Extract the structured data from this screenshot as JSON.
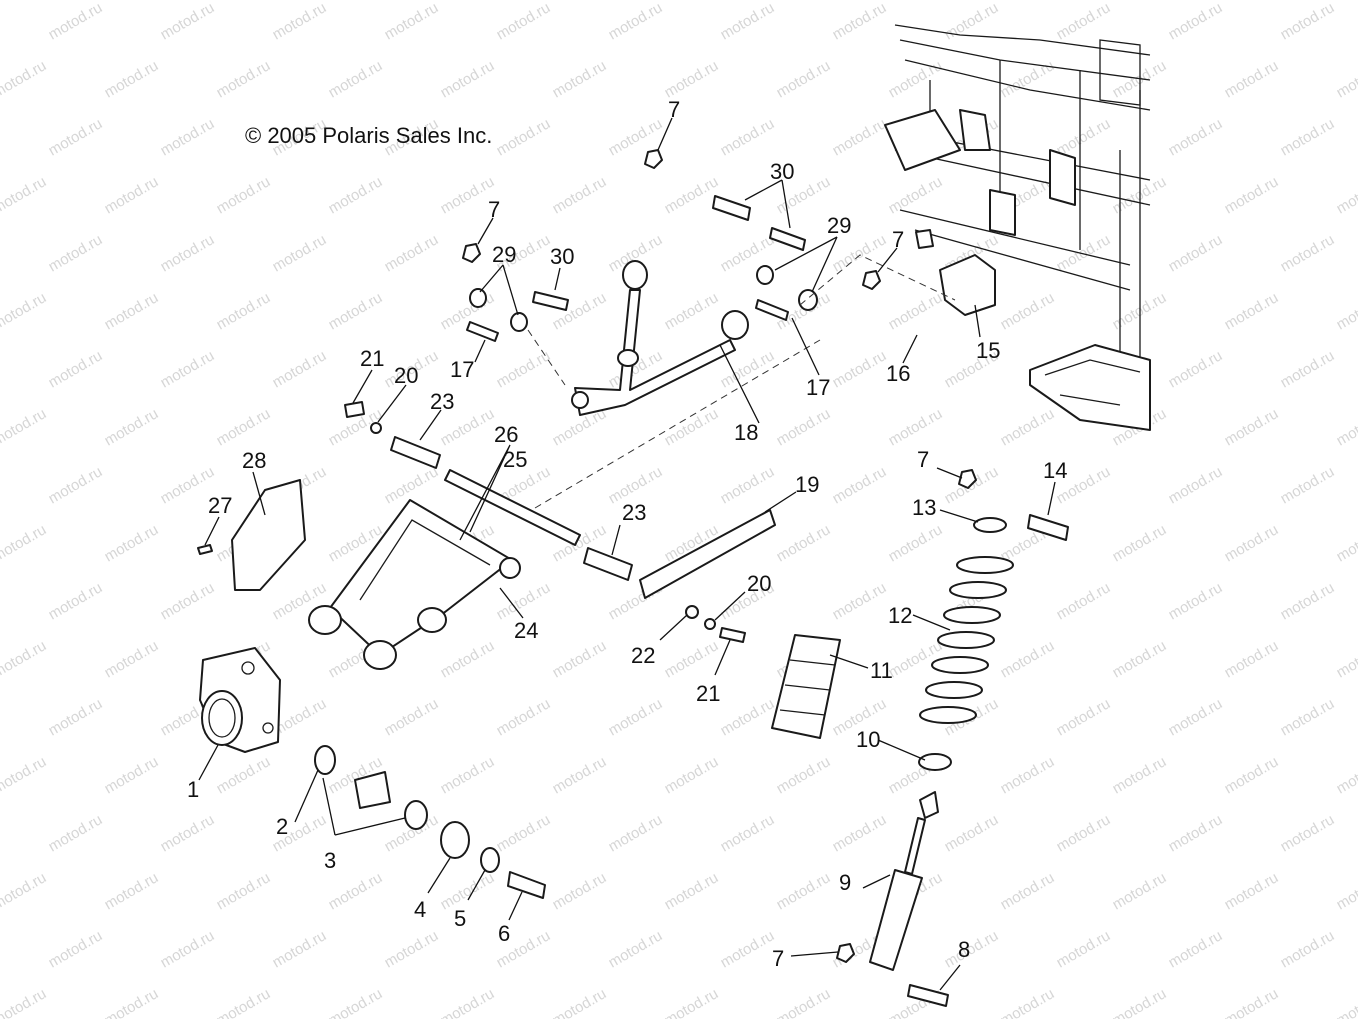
{
  "copyright": "© 2005 Polaris Sales Inc.",
  "watermark": "motod.ru",
  "callouts": {
    "c1": "1",
    "c2": "2",
    "c3": "3",
    "c4": "4",
    "c5": "5",
    "c6": "6",
    "c7a": "7",
    "c7b": "7",
    "c7c": "7",
    "c7d": "7",
    "c7e": "7",
    "c8": "8",
    "c9": "9",
    "c10": "10",
    "c11": "11",
    "c12": "12",
    "c13": "13",
    "c14": "14",
    "c15": "15",
    "c16": "16",
    "c17a": "17",
    "c17b": "17",
    "c18": "18",
    "c19": "19",
    "c20a": "20",
    "c20b": "20",
    "c21a": "21",
    "c21b": "21",
    "c22": "22",
    "c23a": "23",
    "c23b": "23",
    "c24": "24",
    "c25": "25",
    "c26": "26",
    "c27": "27",
    "c28": "28",
    "c29a": "29",
    "c29b": "29",
    "c30a": "30",
    "c30b": "30"
  }
}
